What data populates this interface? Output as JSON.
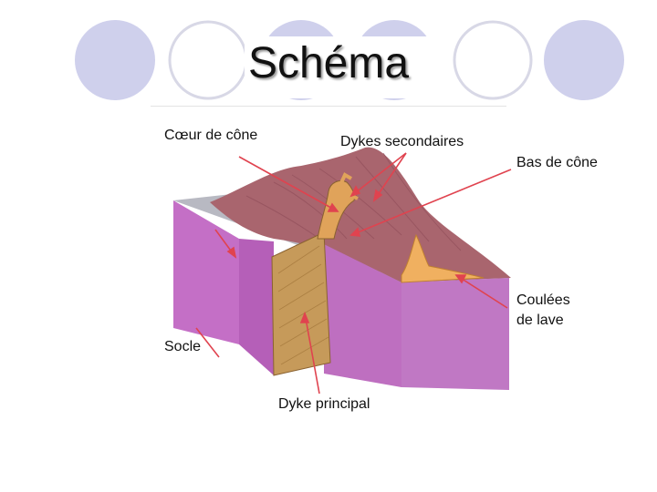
{
  "slide": {
    "title": "Schéma"
  },
  "diagram": {
    "labels": {
      "coeur_cone": "Cœur de cône",
      "dykes_secondaires": "Dykes secondaires",
      "bas_cone": "Bas de cône",
      "coulees_line1": "Coulées",
      "coulees_line2": "de lave",
      "socle": "Socle",
      "dyke_principal": "Dyke principal"
    }
  },
  "colors": {
    "circle_fill": "#cfd0ec",
    "circle_outline": "#d8d8e6",
    "arrow": "#e0434f",
    "cone": "#a9656e",
    "socle": "#c46fc6",
    "dyke": "#c69a5a",
    "lava": "#f0b060"
  }
}
